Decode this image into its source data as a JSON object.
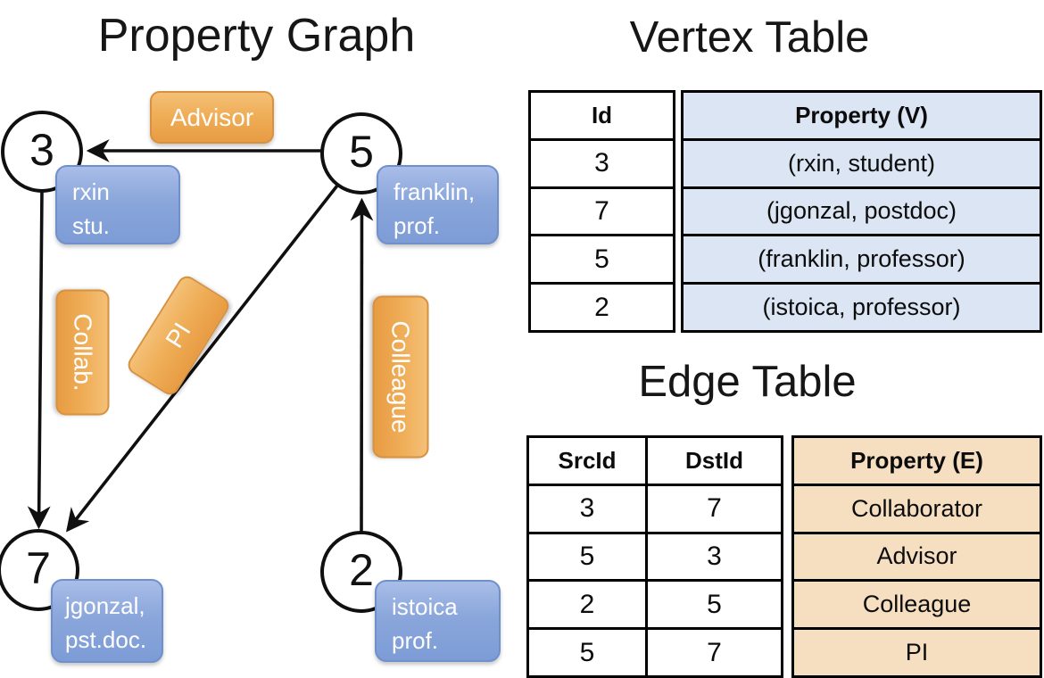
{
  "graph": {
    "title": "Property Graph",
    "nodes": [
      {
        "id": "3",
        "lines": [
          "rxin",
          "stu."
        ]
      },
      {
        "id": "5",
        "lines": [
          "franklin,",
          "prof."
        ]
      },
      {
        "id": "7",
        "lines": [
          "jgonzal,",
          "pst.doc."
        ]
      },
      {
        "id": "2",
        "lines": [
          "istoica",
          "prof."
        ]
      }
    ],
    "edges": [
      {
        "label": "Advisor",
        "from": "5",
        "to": "3"
      },
      {
        "label": "Collab.",
        "from": "3",
        "to": "7"
      },
      {
        "label": "PI",
        "from": "5",
        "to": "7"
      },
      {
        "label": "Colleague",
        "from": "2",
        "to": "5"
      }
    ]
  },
  "vertex_table": {
    "title": "Vertex Table",
    "columns": [
      "Id",
      "Property (V)"
    ],
    "rows": [
      [
        "3",
        "(rxin, student)"
      ],
      [
        "7",
        "(jgonzal, postdoc)"
      ],
      [
        "5",
        "(franklin, professor)"
      ],
      [
        "2",
        "(istoica, professor)"
      ]
    ]
  },
  "edge_table": {
    "title": "Edge Table",
    "columns": [
      "SrcId",
      "DstId",
      "Property (E)"
    ],
    "rows": [
      [
        "3",
        "7",
        "Collaborator"
      ],
      [
        "5",
        "3",
        "Advisor"
      ],
      [
        "2",
        "5",
        "Colleague"
      ],
      [
        "5",
        "7",
        "PI"
      ]
    ]
  },
  "colors": {
    "edge_label_orange": "#eda64f",
    "edge_label_border": "#d79140",
    "vertex_label_blue": "#8aa6db",
    "vertex_label_border": "#7090cb",
    "vertex_table_fill": "#dbe5f3",
    "edge_table_fill": "#f6dfc1",
    "line_black": "#101010",
    "label_text": "#ffffff"
  }
}
